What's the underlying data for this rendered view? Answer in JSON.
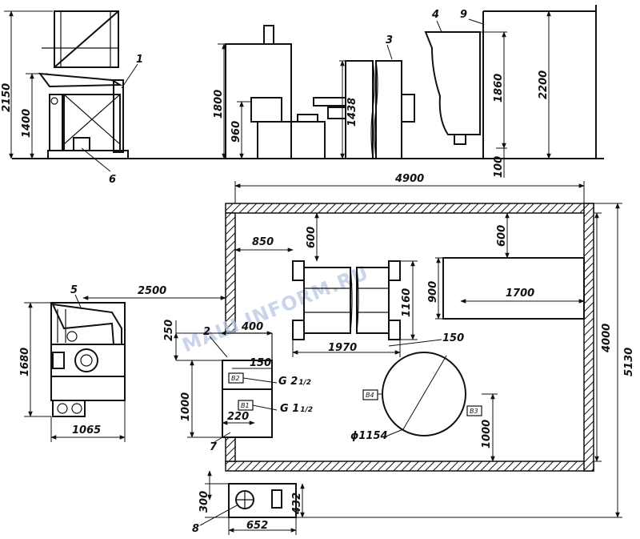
{
  "watermark": "MAШ INFORM.RU",
  "elevation": {
    "dims": {
      "h_2150": "2150",
      "h_1400": "1400",
      "h_1800": "1800",
      "h_960": "960",
      "h_1438": "1438",
      "h_1860": "1860",
      "h_2200": "2200",
      "h_100": "100"
    },
    "callouts": {
      "c1": "1",
      "c3": "3",
      "c4": "4",
      "c6": "6",
      "c9": "9"
    }
  },
  "plan": {
    "dims": {
      "w_4900": "4900",
      "d_850": "850",
      "d_600_left": "600",
      "d_600_right": "600",
      "d_1160": "1160",
      "d_900": "900",
      "d_1700": "1700",
      "d_1970": "1970",
      "d_150_mid": "150",
      "d_4000": "4000",
      "d_5130": "5130",
      "d_1000_right": "1000",
      "diameter": "ϕ1154",
      "d_2500": "2500",
      "d_250": "250",
      "d_400": "400",
      "d_150_small": "150",
      "d_1000_left": "1000",
      "d_220": "220",
      "d_1680": "1680",
      "d_1065": "1065",
      "d_300": "300",
      "d_432": "432",
      "d_652": "652"
    },
    "pipes": {
      "g2_main": "G 2",
      "g2_frac": "1/2",
      "g1_main": "G 1",
      "g1_frac": "1/2"
    },
    "tags": {
      "b1": "B1",
      "b2": "B2",
      "b3": "B3",
      "b4": "B4"
    },
    "callouts": {
      "c2": "2",
      "c5": "5",
      "c7": "7",
      "c8": "8"
    }
  }
}
